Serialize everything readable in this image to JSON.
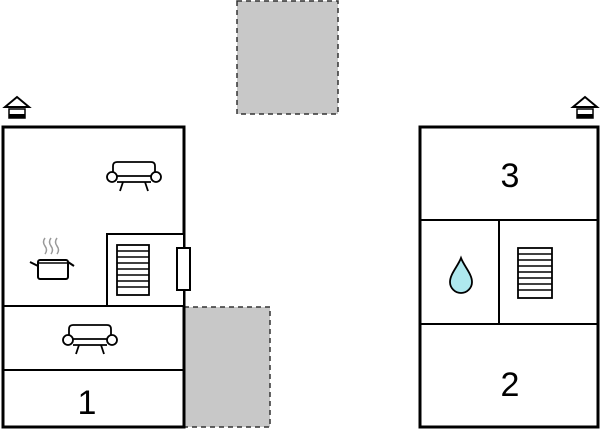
{
  "floorplan": {
    "buildings": [
      {
        "entrance_icon": "house-entrance-icon",
        "rooms": [
          {
            "label": "",
            "icon": "sofa-icon"
          },
          {
            "label": "",
            "icon": "kitchen-pot-icon"
          },
          {
            "label": "",
            "icon": "stairs-icon"
          },
          {
            "label": "",
            "icon": "sofa-icon"
          },
          {
            "label": "1",
            "icon": ""
          }
        ]
      },
      {
        "entrance_icon": "house-entrance-icon",
        "rooms": [
          {
            "label": "3",
            "icon": ""
          },
          {
            "label": "",
            "icon": "water-drop-icon"
          },
          {
            "label": "",
            "icon": "stairs-icon"
          },
          {
            "label": "2",
            "icon": ""
          }
        ]
      }
    ],
    "outdoor_areas": [
      "terrace-area",
      "terrace-area"
    ],
    "colors": {
      "wall": "#000000",
      "terrace_fill": "#c8c8c8",
      "water_drop": "#aee8ee",
      "background": "#ffffff"
    }
  }
}
